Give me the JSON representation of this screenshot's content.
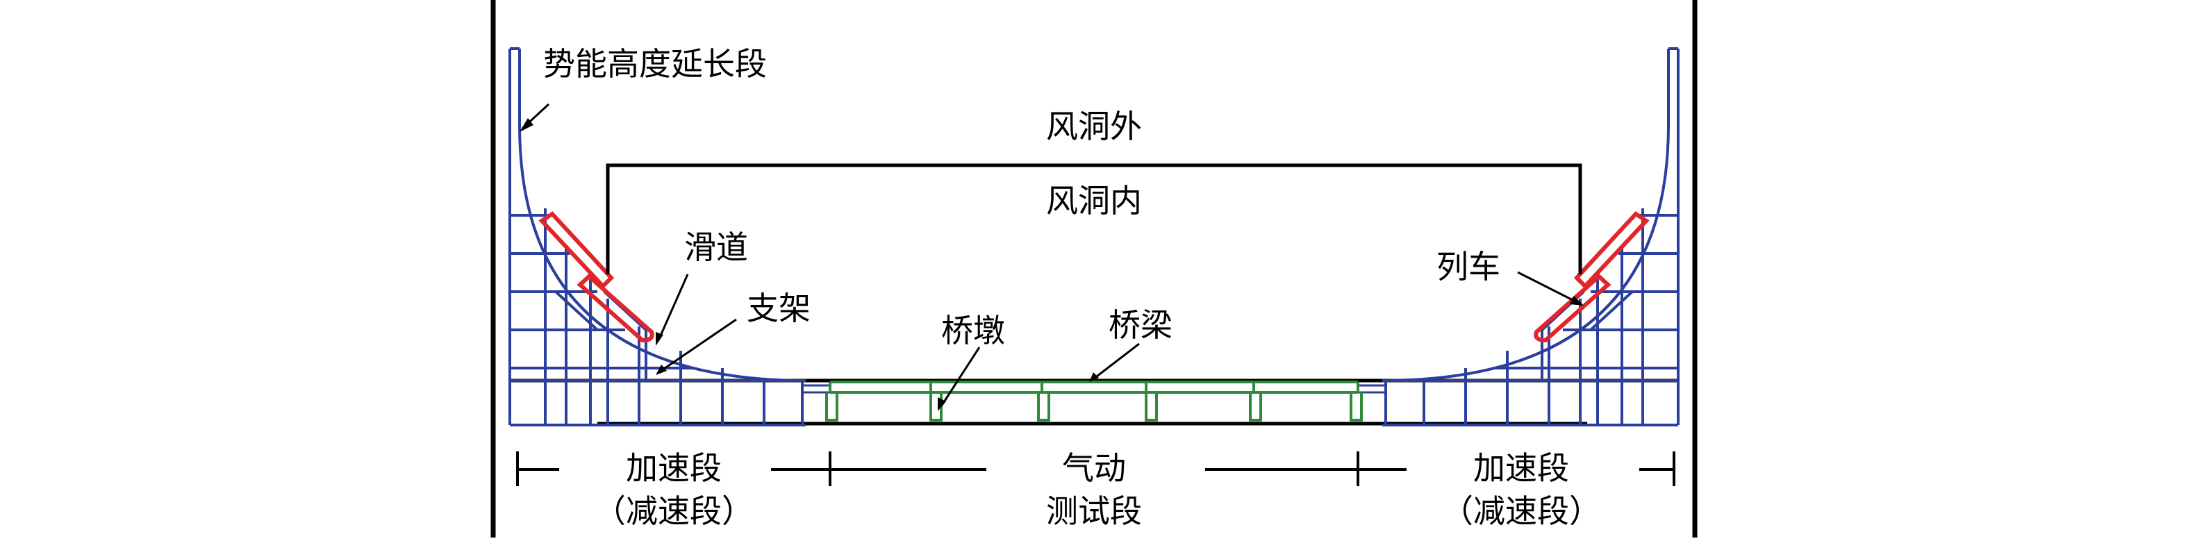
{
  "labels": {
    "potential_extension": "势能高度延长段",
    "outside_tunnel": "风洞外",
    "inside_tunnel": "风洞内",
    "slide_track": "滑道",
    "support": "支架",
    "pier": "桥墩",
    "beam": "桥梁",
    "train": "列车",
    "accel_left_1": "加速段",
    "accel_left_2": "（减速段）",
    "test_1": "气动",
    "test_2": "测试段",
    "accel_right_1": "加速段",
    "accel_right_2": "（减速段）"
  },
  "colors": {
    "frame": "#2a3f9e",
    "train": "#e0262b",
    "bridge": "#2f8a3a",
    "ink": "#000000"
  }
}
